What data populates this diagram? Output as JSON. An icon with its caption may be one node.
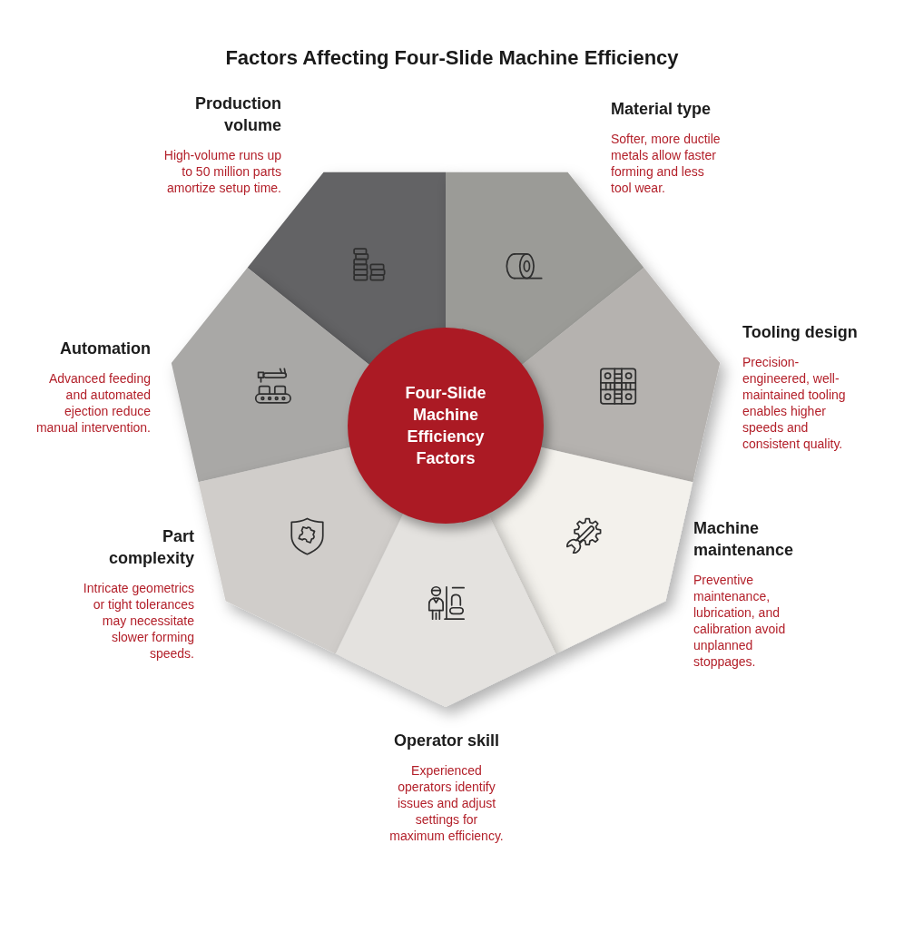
{
  "diagram": {
    "title": "Factors Affecting Four-Slide Machine Efficiency",
    "nodes": [
      {
        "text": [
          "Four-Slide Machine Efficiency Factors"
        ]
      },
      {
        "text": [
          "Production volume",
          "High-volume runs up to 50 million parts amortize setup time."
        ]
      },
      {
        "text": [
          "Material type",
          "Softer, more ductile metals allow faster forming and less tool wear."
        ]
      },
      {
        "text": [
          "Tooling design",
          "Precision-engineered, well-maintained tooling enables higher speeds and consistent quality."
        ]
      },
      {
        "text": [
          "Machine maintenance",
          "Preventive maintenance, lubrication, and calibration avoid unplanned stoppages."
        ]
      },
      {
        "text": [
          "Operator skill",
          "Experienced operators identify issues and adjust settings for maximum efficiency."
        ]
      },
      {
        "text": [
          "Part complexity",
          "Intricate geometrics or tight tolerances may necessitate slower forming speeds."
        ]
      },
      {
        "text": [
          "Automation",
          "Advanced feeding and automated ejection reduce manual intervention."
        ]
      }
    ]
  }
}
